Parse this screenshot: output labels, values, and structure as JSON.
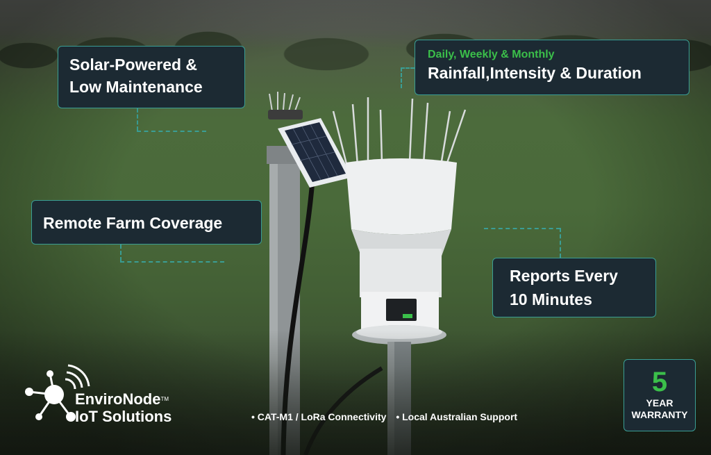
{
  "callouts": {
    "solar": {
      "line1": "Solar-Powered &",
      "line2": "Low Maintenance"
    },
    "rainfall": {
      "subtitle": "Daily, Weekly & Monthly",
      "title": "Rainfall,Intensity & Duration"
    },
    "remote": {
      "label": "Remote Farm Coverage"
    },
    "reports": {
      "line1": "Reports Every",
      "line2": "10 Minutes"
    }
  },
  "brand": {
    "name_line1": "EnviroNode",
    "trademark": "TM",
    "name_line2": "IoT Solutions"
  },
  "features": [
    "• CAT-M1 / LoRa Connectivity",
    "• Local Australian Support"
  ],
  "warranty": {
    "number": "5",
    "line1": "YEAR",
    "line2": "WARRANTY"
  },
  "icons": {
    "logo": "network-node-wifi-icon",
    "device": "rain-gauge-illustration"
  },
  "colors": {
    "accent_teal": "#3a9e95",
    "accent_green": "#3bbf4a",
    "panel_bg": "#1c2a33",
    "text": "#ffffff"
  }
}
